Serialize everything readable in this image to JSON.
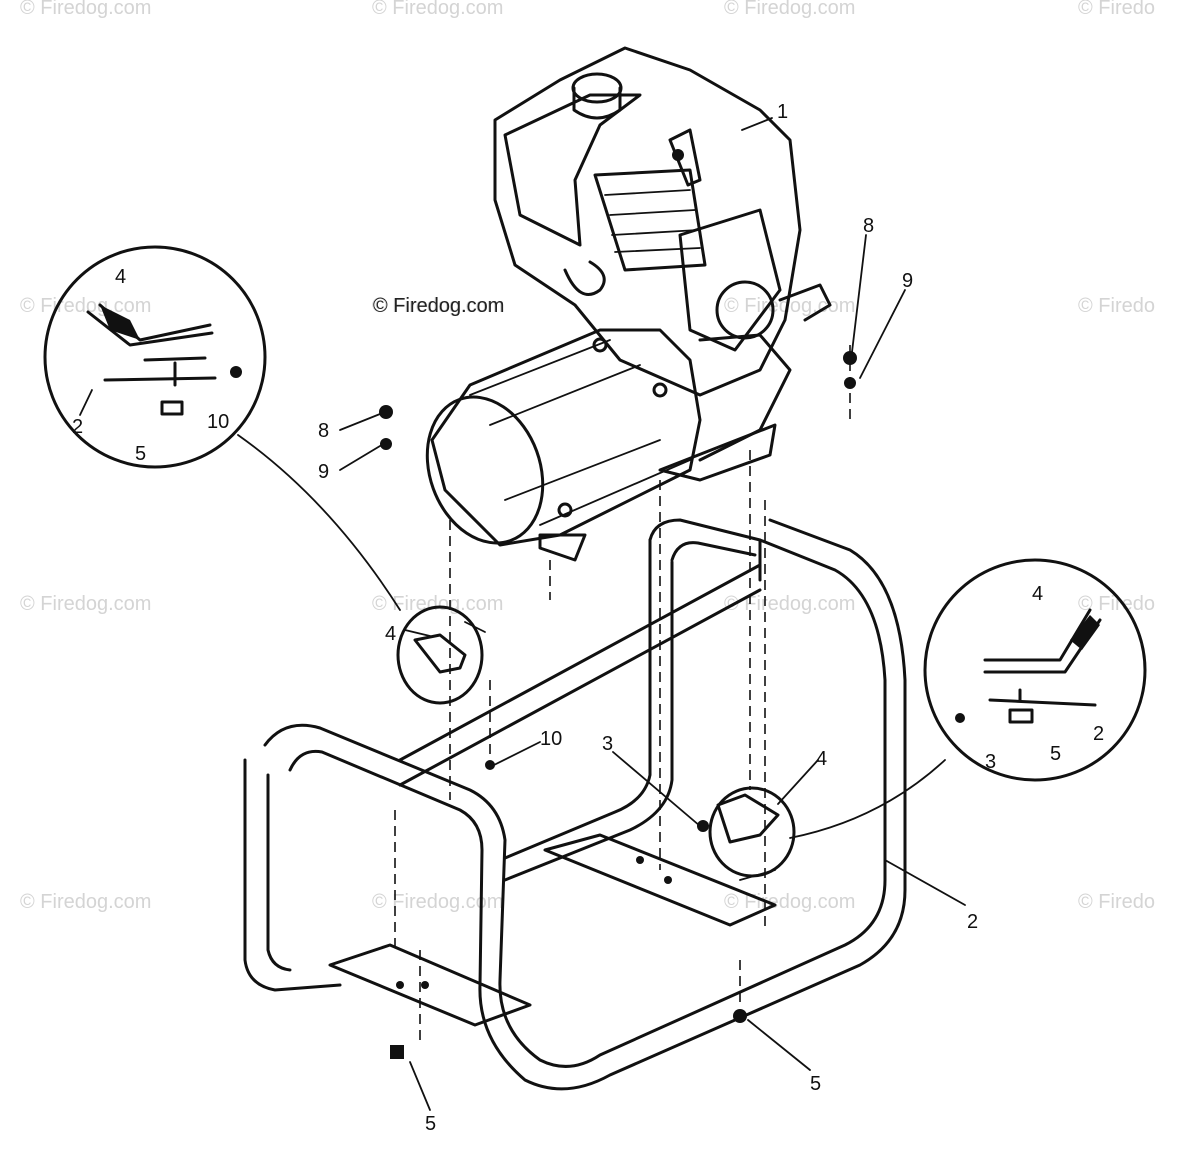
{
  "watermarks": [
    "© Firedog.com",
    "© Firedog.com",
    "© Firedog.com",
    "© Firedo",
    "© Firedog.com",
    "© Firedog.com",
    "© Firedog.com",
    "© Firedo",
    "© Firedog.com",
    "© Firedog.com",
    "© Firedog.com",
    "© Firedo",
    "© Firedog.com",
    "© Firedog.com",
    "© Firedog.com",
    "© Firedo"
  ],
  "copyright": "© Firedog.com",
  "callouts": [
    "1",
    "8",
    "9",
    "4",
    "2",
    "10",
    "5",
    "8",
    "9",
    "4",
    "10",
    "3",
    "4",
    "4",
    "3",
    "5",
    "2",
    "2",
    "5",
    "5"
  ],
  "colors": {
    "ink": "#111111",
    "watermark": "#d4d4d4",
    "background": "#ffffff"
  }
}
